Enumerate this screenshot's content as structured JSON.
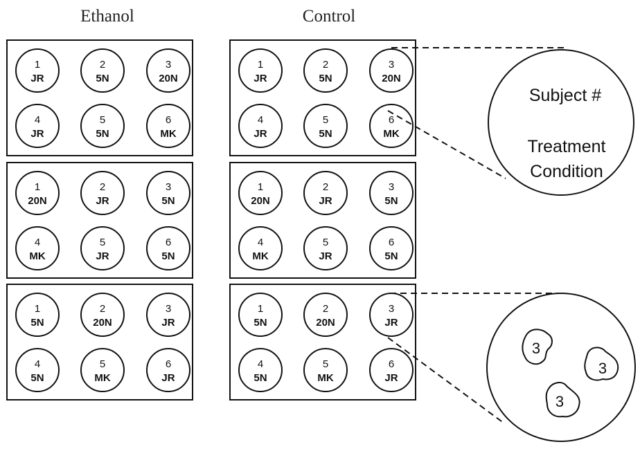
{
  "columns": [
    {
      "title": "Ethanol",
      "plates": [
        {
          "wells": [
            {
              "num": "1",
              "cond": "JR"
            },
            {
              "num": "2",
              "cond": "5N"
            },
            {
              "num": "3",
              "cond": "20N"
            },
            {
              "num": "4",
              "cond": "JR"
            },
            {
              "num": "5",
              "cond": "5N"
            },
            {
              "num": "6",
              "cond": "MK"
            }
          ]
        },
        {
          "wells": [
            {
              "num": "1",
              "cond": "20N"
            },
            {
              "num": "2",
              "cond": "JR"
            },
            {
              "num": "3",
              "cond": "5N"
            },
            {
              "num": "4",
              "cond": "MK"
            },
            {
              "num": "5",
              "cond": "JR"
            },
            {
              "num": "6",
              "cond": "5N"
            }
          ]
        },
        {
          "wells": [
            {
              "num": "1",
              "cond": "5N"
            },
            {
              "num": "2",
              "cond": "20N"
            },
            {
              "num": "3",
              "cond": "JR"
            },
            {
              "num": "4",
              "cond": "5N"
            },
            {
              "num": "5",
              "cond": "MK"
            },
            {
              "num": "6",
              "cond": "JR"
            }
          ]
        }
      ]
    },
    {
      "title": "Control",
      "plates": [
        {
          "wells": [
            {
              "num": "1",
              "cond": "JR"
            },
            {
              "num": "2",
              "cond": "5N"
            },
            {
              "num": "3",
              "cond": "20N"
            },
            {
              "num": "4",
              "cond": "JR"
            },
            {
              "num": "5",
              "cond": "5N"
            },
            {
              "num": "6",
              "cond": "MK"
            }
          ]
        },
        {
          "wells": [
            {
              "num": "1",
              "cond": "20N"
            },
            {
              "num": "2",
              "cond": "JR"
            },
            {
              "num": "3",
              "cond": "5N"
            },
            {
              "num": "4",
              "cond": "MK"
            },
            {
              "num": "5",
              "cond": "JR"
            },
            {
              "num": "6",
              "cond": "5N"
            }
          ]
        },
        {
          "wells": [
            {
              "num": "1",
              "cond": "5N"
            },
            {
              "num": "2",
              "cond": "20N"
            },
            {
              "num": "3",
              "cond": "JR"
            },
            {
              "num": "4",
              "cond": "5N"
            },
            {
              "num": "5",
              "cond": "MK"
            },
            {
              "num": "6",
              "cond": "JR"
            }
          ]
        }
      ]
    }
  ],
  "zoom_legend": {
    "line1": "Subject #",
    "line2": "Treatment",
    "line3": "Condition"
  },
  "zoom_sample": {
    "blob_labels": [
      "3",
      "3",
      "3"
    ]
  }
}
